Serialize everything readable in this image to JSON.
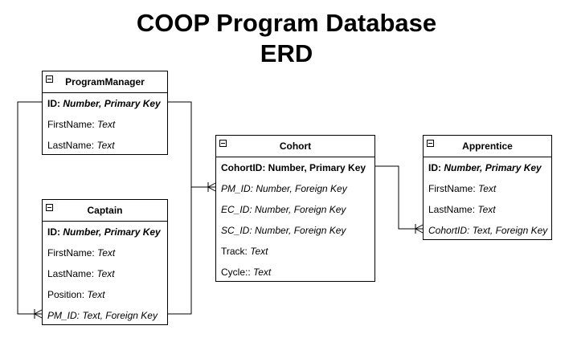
{
  "title": {
    "line1": "COOP Program Database",
    "line2": "ERD"
  },
  "entities": {
    "program_manager": {
      "name": "ProgramManager",
      "rows": [
        {
          "label": "ID:",
          "type": "Number, Primary Key"
        },
        {
          "label": "FirstName:",
          "type": "Text"
        },
        {
          "label": "LastName:",
          "type": "Text"
        }
      ]
    },
    "captain": {
      "name": "Captain",
      "rows": [
        {
          "label": "ID:",
          "type": "Number, Primary Key"
        },
        {
          "label": "FirstName:",
          "type": "Text"
        },
        {
          "label": "LastName:",
          "type": "Text"
        },
        {
          "label": "Position:",
          "type": "Text"
        },
        {
          "label": "PM_ID:",
          "type": "Text, Foreign Key"
        }
      ]
    },
    "cohort": {
      "name": "Cohort",
      "rows": [
        {
          "label": "CohortID:",
          "type": "Number, Primary Key"
        },
        {
          "label": "PM_ID:",
          "type": "Number, Foreign Key"
        },
        {
          "label": "EC_ID:",
          "type": "Number, Foreign Key"
        },
        {
          "label": "SC_ID:",
          "type": "Number, Foreign Key"
        },
        {
          "label": "Track:",
          "type": "Text"
        },
        {
          "label": "Cycle::",
          "type": "Text"
        }
      ]
    },
    "apprentice": {
      "name": "Apprentice",
      "rows": [
        {
          "label": "ID:",
          "type": "Number, Primary Key"
        },
        {
          "label": "FirstName:",
          "type": "Text"
        },
        {
          "label": "LastName:",
          "type": "Text"
        },
        {
          "label": "CohortID:",
          "type": "Text, Foreign Key"
        }
      ]
    }
  }
}
